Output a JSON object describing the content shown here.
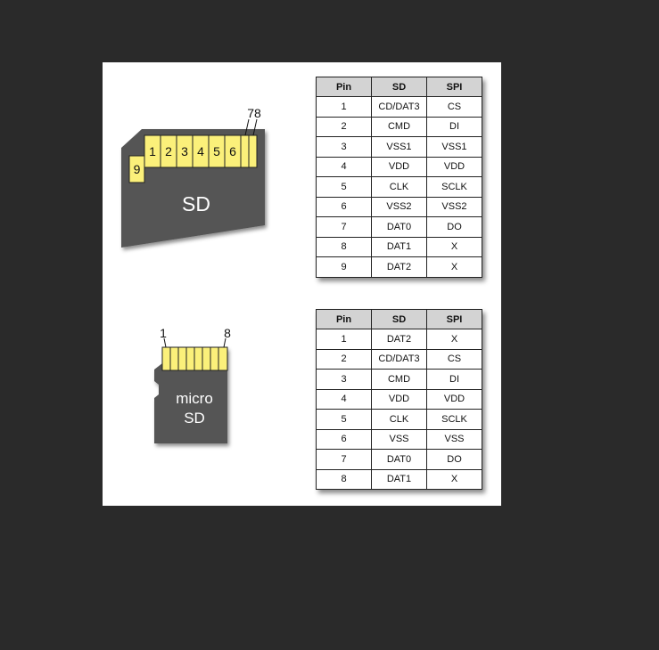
{
  "sd_card": {
    "label": "SD",
    "pads": [
      "1",
      "2",
      "3",
      "4",
      "5",
      "6",
      "",
      ""
    ],
    "pad9": "9",
    "top_label": "78",
    "card_color": "#555555",
    "pad_color": "#fbf07a"
  },
  "micro_card": {
    "label_line1": "micro",
    "label_line2": "SD",
    "left_marker": "1",
    "right_marker": "8"
  },
  "sd_table": {
    "headers": [
      "Pin",
      "SD",
      "SPI"
    ],
    "rows": [
      [
        "1",
        "CD/DAT3",
        "CS"
      ],
      [
        "2",
        "CMD",
        "DI"
      ],
      [
        "3",
        "VSS1",
        "VSS1"
      ],
      [
        "4",
        "VDD",
        "VDD"
      ],
      [
        "5",
        "CLK",
        "SCLK"
      ],
      [
        "6",
        "VSS2",
        "VSS2"
      ],
      [
        "7",
        "DAT0",
        "DO"
      ],
      [
        "8",
        "DAT1",
        "X"
      ],
      [
        "9",
        "DAT2",
        "X"
      ]
    ]
  },
  "micro_table": {
    "headers": [
      "Pin",
      "SD",
      "SPI"
    ],
    "rows": [
      [
        "1",
        "DAT2",
        "X"
      ],
      [
        "2",
        "CD/DAT3",
        "CS"
      ],
      [
        "3",
        "CMD",
        "DI"
      ],
      [
        "4",
        "VDD",
        "VDD"
      ],
      [
        "5",
        "CLK",
        "SCLK"
      ],
      [
        "6",
        "VSS",
        "VSS"
      ],
      [
        "7",
        "DAT0",
        "DO"
      ],
      [
        "8",
        "DAT1",
        "X"
      ]
    ]
  }
}
